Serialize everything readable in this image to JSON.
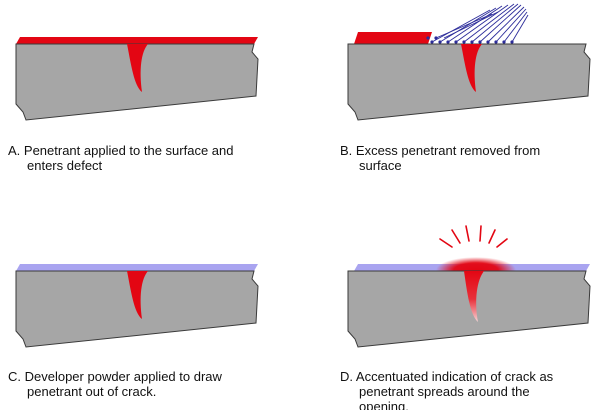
{
  "colors": {
    "part": "#a6a6a6",
    "outline": "#3a3a3a",
    "penetrant": "#e30613",
    "developer": "#a9a4f0",
    "light_rays": "#2c2c9a"
  },
  "panels": [
    {
      "id": "A",
      "caption_line1": "A.  Penetrant applied to the surface and",
      "caption_line2": "enters defect",
      "caption_line3": ""
    },
    {
      "id": "B",
      "caption_line1": "B.  Excess penetrant removed from",
      "caption_line2": "surface",
      "caption_line3": ""
    },
    {
      "id": "C",
      "caption_line1": "C.  Developer powder applied to draw",
      "caption_line2": "penetrant out of crack.",
      "caption_line3": ""
    },
    {
      "id": "D",
      "caption_line1": "D.  Accentuated indication of crack as",
      "caption_line2": "penetrant spreads around the",
      "caption_line3": "opening."
    }
  ]
}
